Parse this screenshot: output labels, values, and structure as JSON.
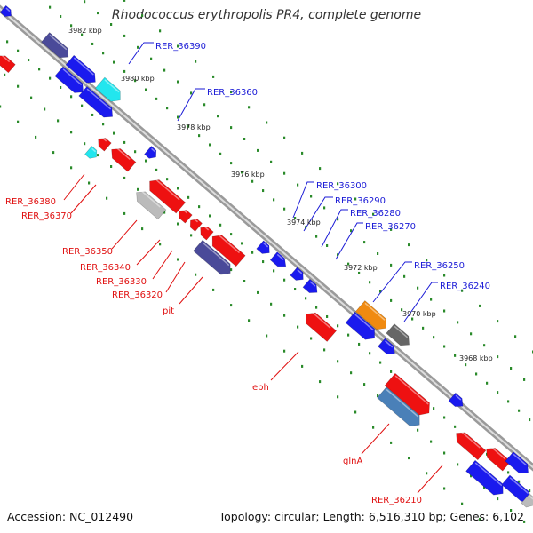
{
  "title": "Rhodococcus erythropolis PR4, complete genome",
  "footer": {
    "accession": "Accession: NC_012490",
    "summary": "Topology: circular; Length: 6,516,310 bp; Genes: 6,102"
  },
  "colors": {
    "backbone": "#888888",
    "tick": "#2a8a2a",
    "forward_label": "#1a1ad6",
    "reverse_label": "#e01010",
    "gene_blue": "#1a1aee",
    "gene_red": "#ee1111",
    "gene_cyan": "#22e6ee",
    "gene_navy": "#4a4a99",
    "gene_orange": "#f08a10",
    "gene_gray": "#666666",
    "gene_lightgray": "#bbbbbb",
    "gene_steel": "#4a80b8"
  },
  "kbp_labels": [
    "3982 kbp",
    "3980 kbp",
    "3978 kbp",
    "3976 kbp",
    "3974 kbp",
    "3972 kbp",
    "3970 kbp",
    "3968 kbp"
  ],
  "gene_labels_forward": [
    "RER_36390",
    "RER_36360",
    "RER_36300",
    "RER_36290",
    "RER_36280",
    "RER_36270",
    "RER_36250",
    "RER_36240"
  ],
  "gene_labels_reverse": [
    "RER_36380",
    "RER_36370",
    "RER_36350",
    "RER_36340",
    "RER_36330",
    "RER_36320",
    "pit",
    "eph",
    "glnA",
    "RER_36210"
  ]
}
